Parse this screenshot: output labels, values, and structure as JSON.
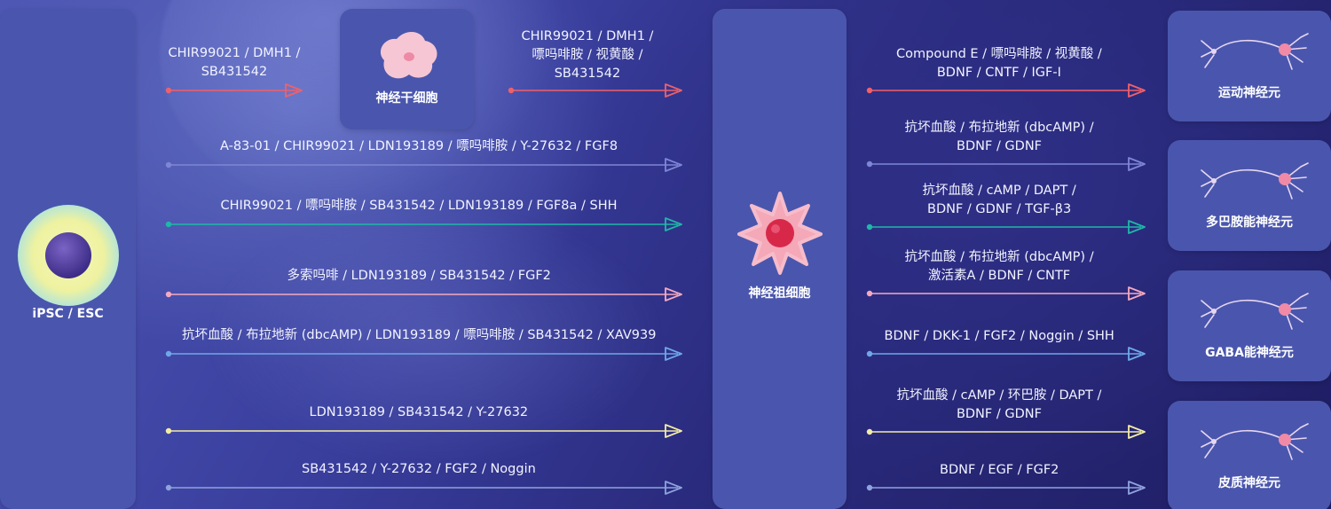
{
  "source": {
    "label": "iPSC / ESC"
  },
  "nsc": {
    "label": "神经干细胞"
  },
  "npc": {
    "label": "神经祖细胞"
  },
  "left_paths": [
    {
      "lines": [
        "CHIR99021 / DMH1 /",
        "SB431542"
      ],
      "color": "#f0606a"
    },
    {
      "lines": [
        "A-83-01 / CHIR99021 / LDN193189 / 嘌吗啡胺 / Y-27632 / FGF8"
      ],
      "color": "#7f86d6"
    },
    {
      "lines": [
        "CHIR99021 / 嘌吗啡胺 / SB431542 / LDN193189 / FGF8a / SHH"
      ],
      "color": "#1fb7a8"
    },
    {
      "lines": [
        "多索吗啡 / LDN193189 / SB431542 / FGF2"
      ],
      "color": "#f5a9c0"
    },
    {
      "lines": [
        "抗坏血酸 / 布拉地新 (dbcAMP) / LDN193189 / 嘌吗啡胺 / SB431542 / XAV939"
      ],
      "color": "#6fa8e8"
    },
    {
      "lines": [
        "LDN193189 / SB431542 / Y-27632"
      ],
      "color": "#f4eca6"
    },
    {
      "lines": [
        "SB431542 / Y-27632 / FGF2 / Noggin"
      ],
      "color": "#8fa3de"
    }
  ],
  "nsc_path": {
    "lines": [
      "CHIR99021 / DMH1 /",
      "嘌吗啡胺 / 视黄酸 /",
      "SB431542"
    ],
    "color": "#f0606a"
  },
  "right_paths": [
    {
      "lines": [
        "Compound E / 嘌吗啡胺 / 视黄酸 /",
        "BDNF / CNTF / IGF-I"
      ],
      "color": "#f0606a"
    },
    {
      "lines": [
        "抗坏血酸 / 布拉地新 (dbcAMP) /",
        "BDNF / GDNF"
      ],
      "color": "#7f86d6"
    },
    {
      "lines": [
        "抗坏血酸 / cAMP / DAPT /",
        "BDNF / GDNF / TGF-β3"
      ],
      "color": "#1fb7a8"
    },
    {
      "lines": [
        "抗坏血酸 / 布拉地新 (dbcAMP) /",
        "激活素A / BDNF / CNTF"
      ],
      "color": "#f5a9c0"
    },
    {
      "lines": [
        "BDNF / DKK-1 / FGF2 / Noggin / SHH"
      ],
      "color": "#6fa8e8"
    },
    {
      "lines": [
        "抗坏血酸 / cAMP / 环巴胺 / DAPT /",
        "BDNF / GDNF"
      ],
      "color": "#f4eca6"
    },
    {
      "lines": [
        "BDNF / EGF / FGF2"
      ],
      "color": "#8fa3de"
    }
  ],
  "targets": [
    {
      "label": "运动神经元"
    },
    {
      "label": "多巴胺能神经元"
    },
    {
      "label": "GABA能神经元"
    },
    {
      "label": "皮质神经元"
    }
  ]
}
